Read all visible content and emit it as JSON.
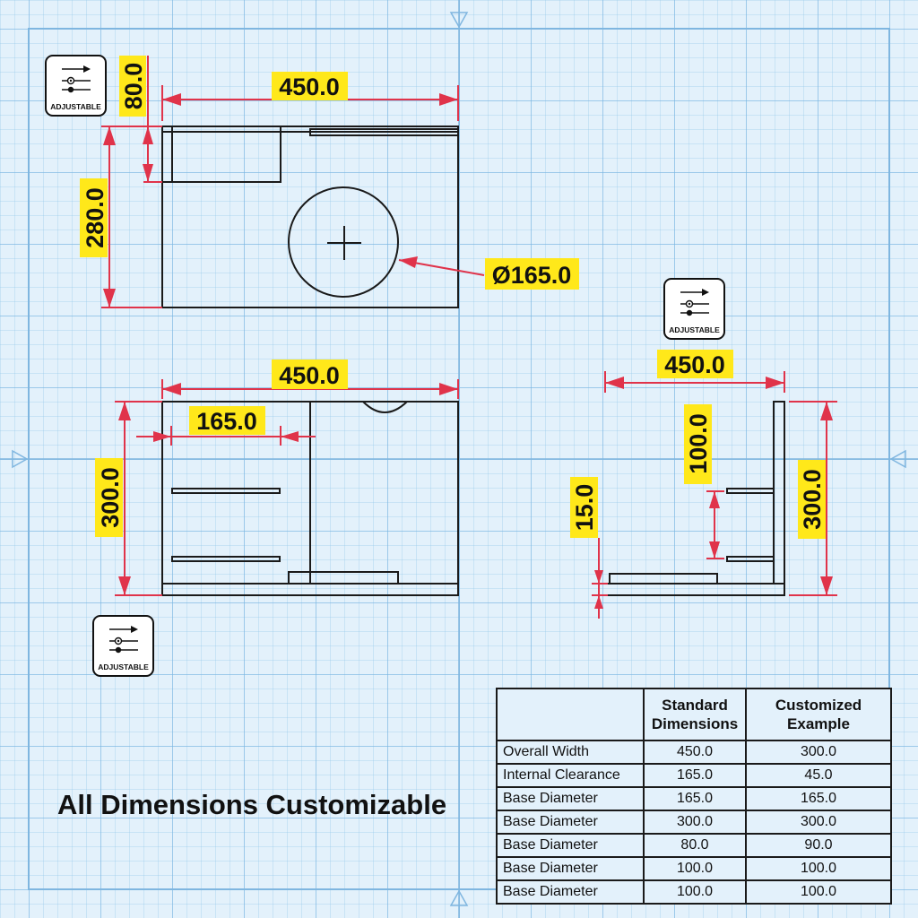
{
  "colors": {
    "background": "#e3f1fb",
    "grid": "#78b4e1",
    "dimension_line": "#e0334a",
    "label_highlight": "#ffe81a",
    "outline": "#1a1a1a"
  },
  "badges": {
    "text": "ADJUSTABLE",
    "icon": "sliders-icon"
  },
  "top_view": {
    "width": "450.0",
    "height": "280.0",
    "inset_height": "80.0",
    "hole_diameter": "Ø165.0"
  },
  "front_view": {
    "width": "450.0",
    "compartment_width": "165.0",
    "height": "300.0"
  },
  "side_view": {
    "width": "450.0",
    "shelf_gap": "100.0",
    "base_thickness": "15.0",
    "height": "300.0"
  },
  "caption": "All Dimensions Customizable",
  "table": {
    "headers": [
      "",
      "Standard Dimensions",
      "Customized Example"
    ],
    "rows": [
      {
        "label": "Overall Width",
        "standard": "450.0",
        "custom": "300.0"
      },
      {
        "label": "Internal Clearance",
        "standard": "165.0",
        "custom": "45.0"
      },
      {
        "label": "Base Diameter",
        "standard": "165.0",
        "custom": "165.0"
      },
      {
        "label": "Base Diameter",
        "standard": "300.0",
        "custom": "300.0"
      },
      {
        "label": "Base Diameter",
        "standard": "80.0",
        "custom": "90.0"
      },
      {
        "label": "Base Diameter",
        "standard": "100.0",
        "custom": "100.0"
      },
      {
        "label": "Base Diameter",
        "standard": "100.0",
        "custom": "100.0"
      }
    ]
  }
}
